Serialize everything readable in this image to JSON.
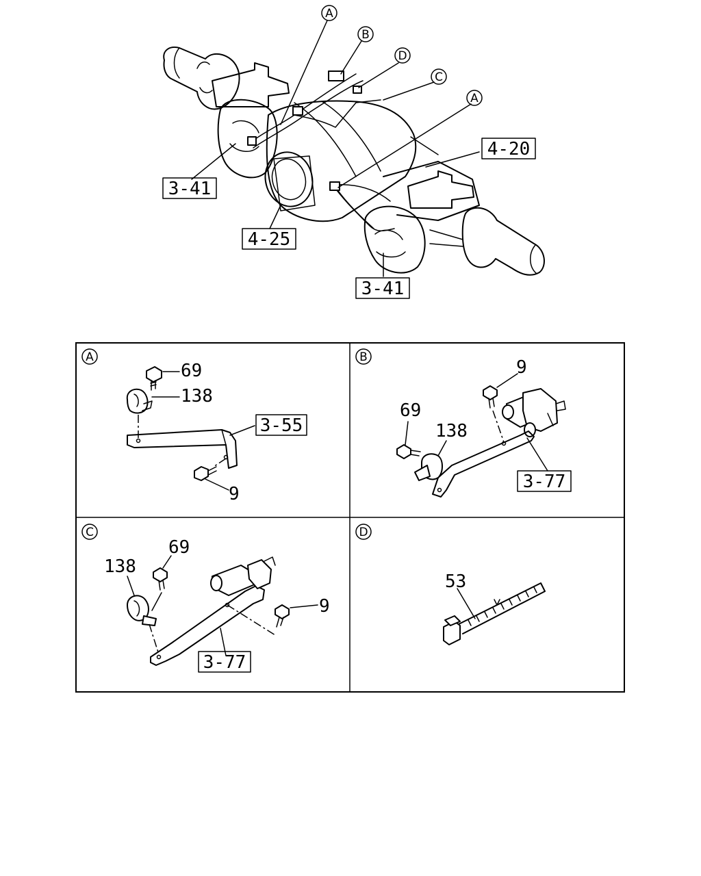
{
  "callouts_main": [
    "A",
    "B",
    "D",
    "C",
    "A"
  ],
  "main_refs": [
    "4-20",
    "3-41",
    "4-25",
    "3-41"
  ],
  "panels": [
    {
      "letter": "A",
      "parts": [
        "69",
        "138",
        "9"
      ],
      "ref": "3-55"
    },
    {
      "letter": "B",
      "parts": [
        "9",
        "69",
        "138"
      ],
      "ref": "3-77"
    },
    {
      "letter": "C",
      "parts": [
        "69",
        "138",
        "9"
      ],
      "ref": "3-77"
    },
    {
      "letter": "D",
      "parts": [
        "53"
      ]
    }
  ]
}
